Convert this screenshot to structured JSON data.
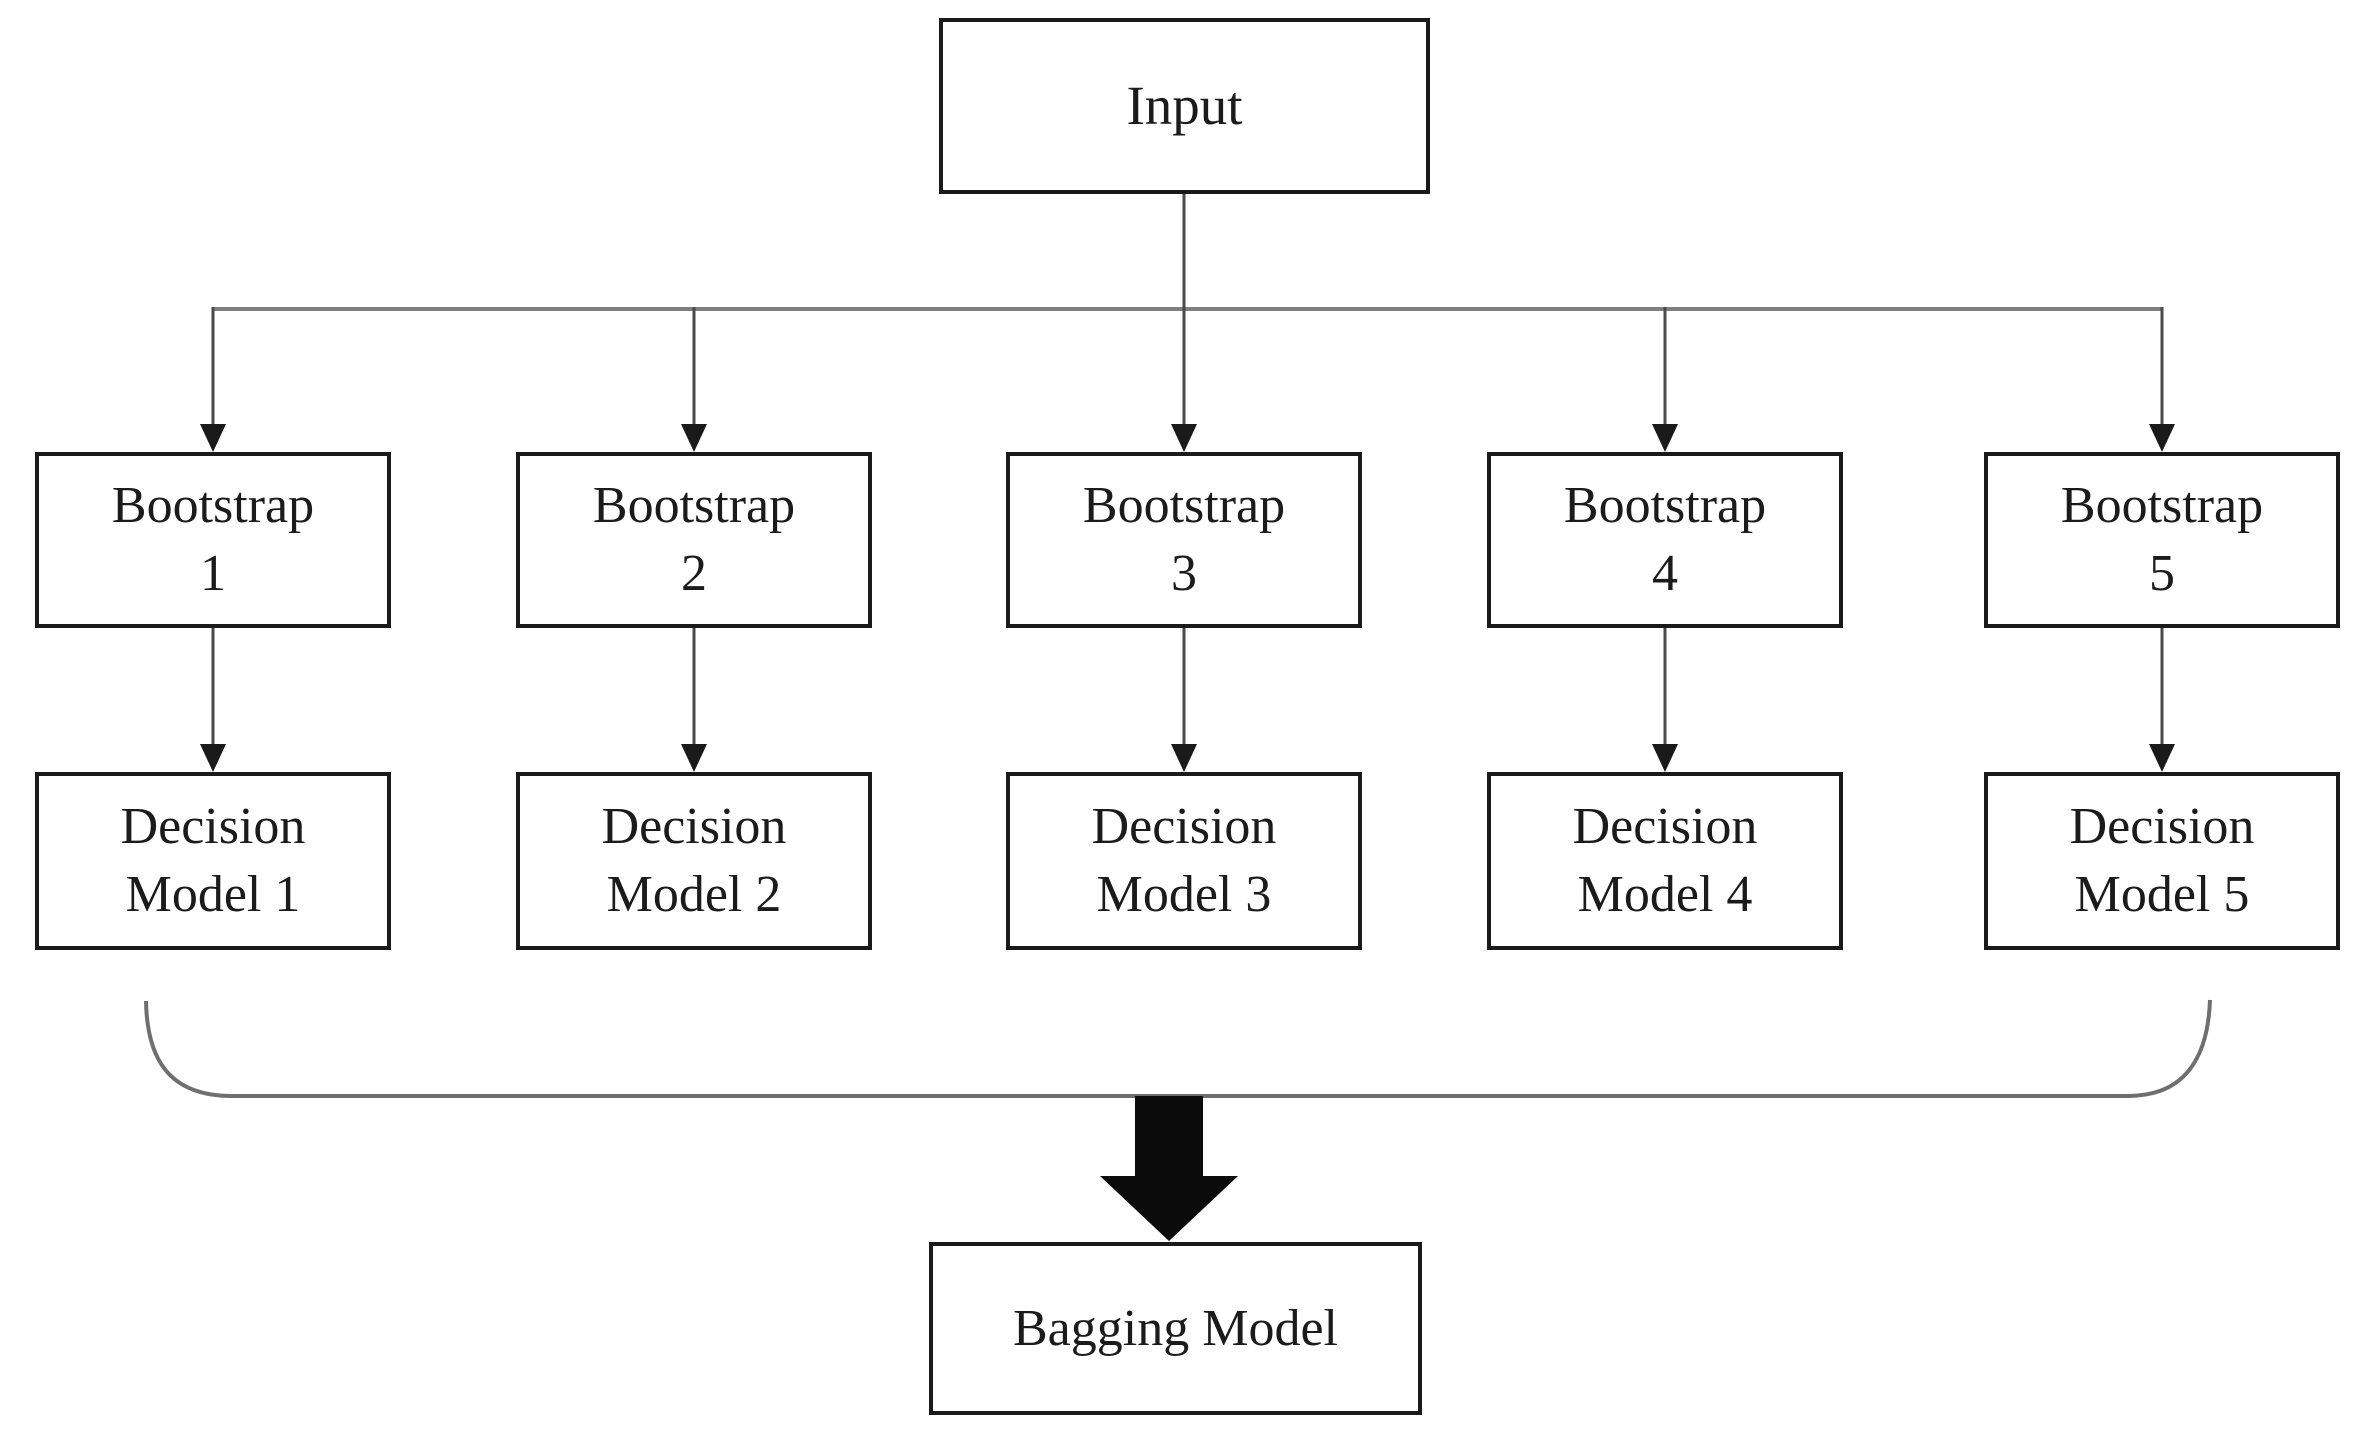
{
  "nodes": {
    "input": {
      "label": "Input"
    },
    "bootstraps": [
      {
        "line1": "Bootstrap",
        "line2": "1"
      },
      {
        "line1": "Bootstrap",
        "line2": "2"
      },
      {
        "line1": "Bootstrap",
        "line2": "3"
      },
      {
        "line1": "Bootstrap",
        "line2": "4"
      },
      {
        "line1": "Bootstrap",
        "line2": "5"
      }
    ],
    "decision_models": [
      {
        "line1": "Decision",
        "line2": "Model 1"
      },
      {
        "line1": "Decision",
        "line2": "Model 2"
      },
      {
        "line1": "Decision",
        "line2": "Model 3"
      },
      {
        "line1": "Decision",
        "line2": "Model 4"
      },
      {
        "line1": "Decision",
        "line2": "Model 5"
      }
    ],
    "bagging": {
      "label": "Bagging Model"
    }
  },
  "colors": {
    "background": "#ffffff",
    "box_fill": "#ffffff",
    "box_border": "#1a1a1a",
    "text": "#1b1b1b",
    "thin_connector": "#4a4a4a",
    "bus_line": "#7f7f7f",
    "brace": "#6f6f6f",
    "merge_arrow": "#0b0b0b"
  }
}
